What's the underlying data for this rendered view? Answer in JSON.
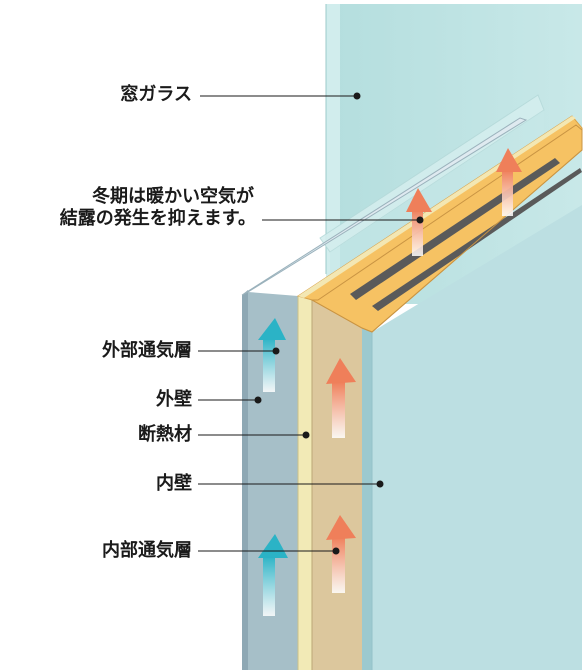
{
  "labels": {
    "window_glass": "窓ガラス",
    "condensation_line1": "冬期は暖かい空気が",
    "condensation_line2": "結露の発生を抑えます。",
    "outer_air_layer": "外部通気層",
    "outer_wall": "外壁",
    "insulation": "断熱材",
    "inner_wall": "内壁",
    "inner_air_layer": "内部通気層"
  },
  "colors": {
    "glass": "#c2e6e6",
    "outer_wall": "#a6bfc8",
    "insulation": "#f2eab6",
    "inner_air_layer": "#dcc79d",
    "inner_wall": "#bcdfe2",
    "top_edge": "#f6c263",
    "outer_arrow": "#2bb3c6",
    "inner_arrow": "#ef7f5a"
  }
}
